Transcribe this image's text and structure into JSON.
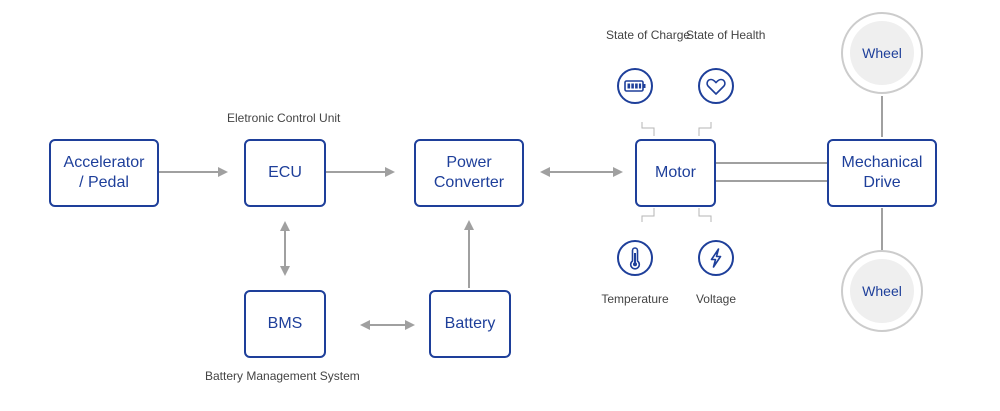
{
  "colors": {
    "accent": "#1e3f9a",
    "connector": "#a0a0a0",
    "wheel_ring": "#cccccc",
    "wheel_fill": "#efefef"
  },
  "blocks": {
    "accelerator": {
      "line1": "Accelerator",
      "line2": "/ Pedal"
    },
    "ecu": {
      "label": "ECU"
    },
    "power_converter": {
      "line1": "Power",
      "line2": "Converter"
    },
    "motor": {
      "label": "Motor"
    },
    "mechanical_drive": {
      "line1": "Mechanical",
      "line2": "Drive"
    },
    "bms": {
      "label": "BMS"
    },
    "battery": {
      "label": "Battery"
    }
  },
  "annotations": {
    "ecu_note": "Eletronic Control Unit",
    "bms_note": "Battery Management System"
  },
  "sensors": {
    "state_of_charge": {
      "line1": "State of",
      "line2": "Charge",
      "icon": "battery-level-icon"
    },
    "state_of_health": {
      "line1": "State of",
      "line2": "Health",
      "icon": "heart-icon"
    },
    "temperature": {
      "label": "Temperature",
      "icon": "thermometer-icon"
    },
    "voltage": {
      "label": "Voltage",
      "icon": "lightning-bolt-icon"
    }
  },
  "wheels": {
    "top": "Wheel",
    "bottom": "Wheel"
  }
}
